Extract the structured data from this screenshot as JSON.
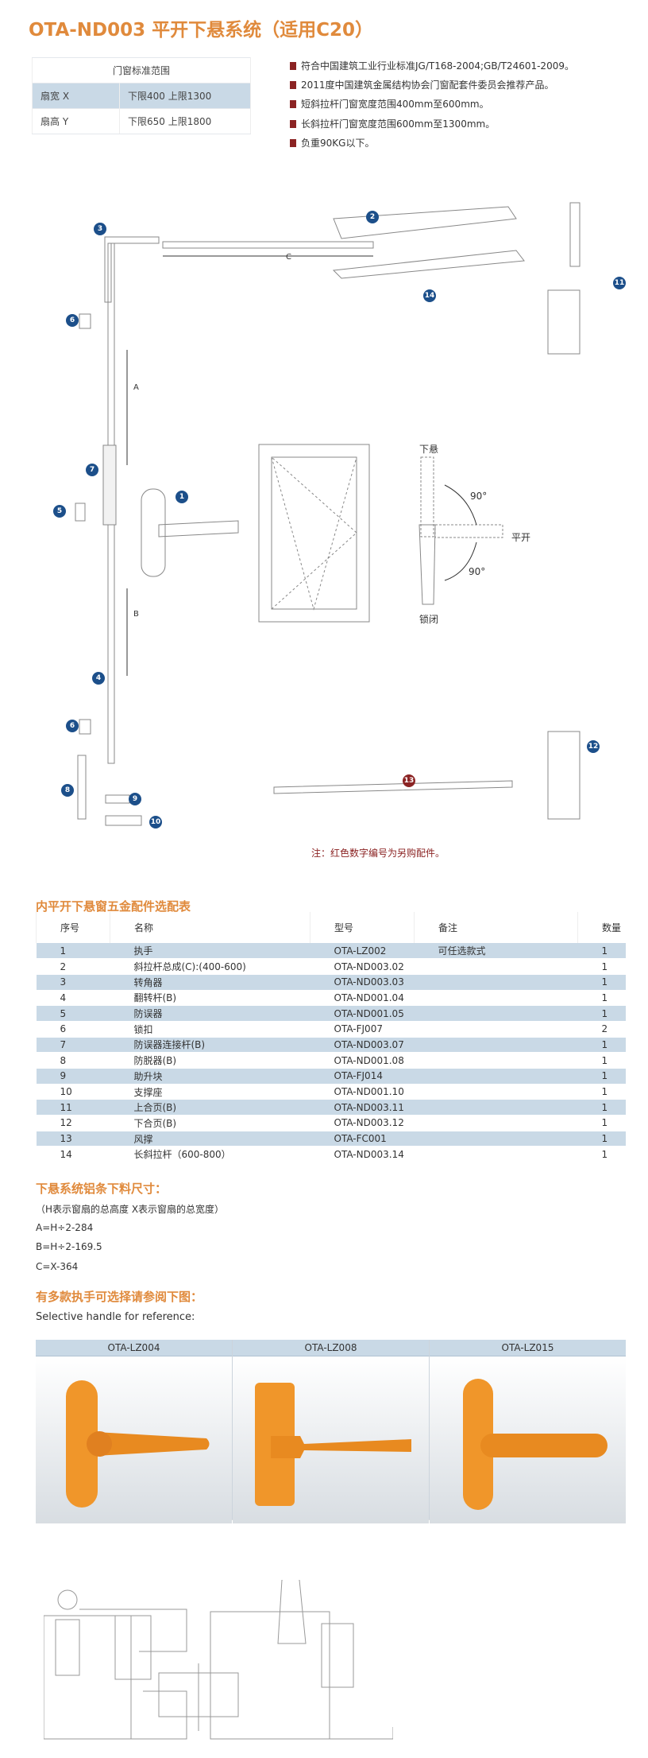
{
  "title": "OTA-ND003 平开下悬系统（适用C20）",
  "spec_table": {
    "header": "门窗标准范围",
    "rows": [
      {
        "name": "扇宽 X",
        "range": "下限400  上限1300"
      },
      {
        "name": "扇高 Y",
        "range": "下限650  上限1800"
      }
    ]
  },
  "bullets": [
    "符合中国建筑工业行业标准JG/T168-2004;GB/T24601-2009。",
    "2011度中国建筑金属结构协会门窗配套件委员会推荐产品。",
    "短斜拉杆门窗宽度范围400mm至600mm。",
    "长斜拉杆门窗宽度范围600mm至1300mm。",
    "负重90KG以下。"
  ],
  "diagram": {
    "badges": [
      "1",
      "2",
      "3",
      "4",
      "5",
      "6",
      "6",
      "7",
      "8",
      "9",
      "10",
      "11",
      "12",
      "13",
      "14"
    ],
    "dims": {
      "a": "A",
      "b": "B",
      "c": "C"
    },
    "handle_positions": {
      "tilt": "下悬",
      "angle1": "90°",
      "open": "平开",
      "angle2": "90°",
      "locked": "锁闭"
    },
    "note": "注：红色数字编号为另购配件。",
    "colors": {
      "badge": "#1c4f8a",
      "optional_badge": "#8b2323"
    }
  },
  "parts": {
    "title": "内平开下悬窗五金配件选配表",
    "headers": [
      "序号",
      "名称",
      "型号",
      "备注",
      "数量"
    ],
    "rows": [
      [
        "1",
        "执手",
        "OTA-LZ002",
        "可任选款式",
        "1"
      ],
      [
        "2",
        "斜拉杆总成(C):(400-600)",
        "OTA-ND003.02",
        "",
        "1"
      ],
      [
        "3",
        "转角器",
        "OTA-ND003.03",
        "",
        "1"
      ],
      [
        "4",
        "翻转杆(B)",
        "OTA-ND001.04",
        "",
        "1"
      ],
      [
        "5",
        "防误器",
        "OTA-ND001.05",
        "",
        "1"
      ],
      [
        "6",
        "锁扣",
        "OTA-FJ007",
        "",
        "2"
      ],
      [
        "7",
        "防误器连接杆(B)",
        "OTA-ND003.07",
        "",
        "1"
      ],
      [
        "8",
        "防脱器(B)",
        "OTA-ND001.08",
        "",
        "1"
      ],
      [
        "9",
        "助升块",
        "OTA-FJ014",
        "",
        "1"
      ],
      [
        "10",
        "支撑座",
        "OTA-ND001.10",
        "",
        "1"
      ],
      [
        "11",
        "上合页(B)",
        "OTA-ND003.11",
        "",
        "1"
      ],
      [
        "12",
        "下合页(B)",
        "OTA-ND003.12",
        "",
        "1"
      ],
      [
        "13",
        "风撑",
        "OTA-FC001",
        "",
        "1"
      ],
      [
        "14",
        "长斜拉杆（600-800）",
        "OTA-ND003.14",
        "",
        "1"
      ]
    ]
  },
  "cutting": {
    "title": "下悬系统铝条下料尺寸：",
    "note": "（H表示窗扇的总高度  X表示窗扇的总宽度）",
    "formulas": [
      "A=H÷2-284",
      "B=H÷2-169.5",
      "C=X-364"
    ]
  },
  "handles": {
    "title": "有多款执手可选择请参阅下图：",
    "subtitle": "Selective handle for reference:",
    "models": [
      "OTA-LZ004",
      "OTA-LZ008",
      "OTA-LZ015"
    ],
    "color": "#f0962a"
  }
}
